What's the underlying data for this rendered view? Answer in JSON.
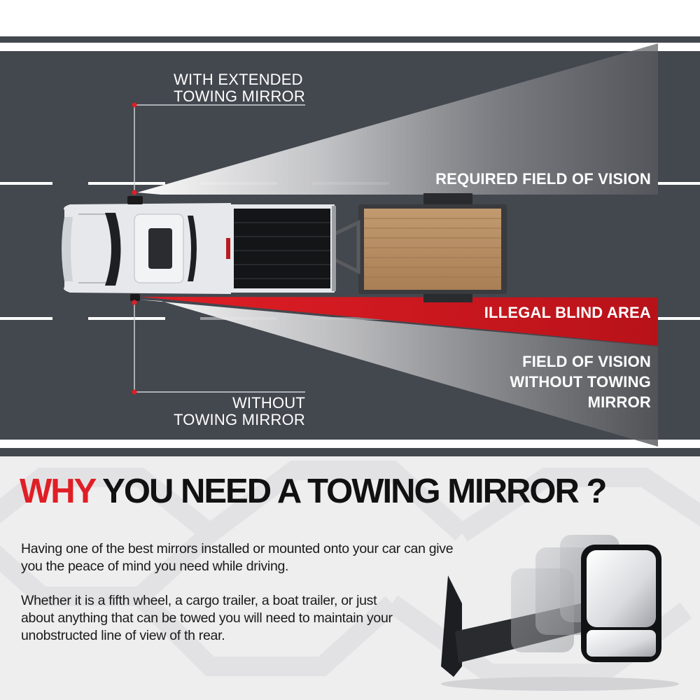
{
  "diagram": {
    "labels": {
      "with_mirror_line1": "WITH EXTENDED",
      "with_mirror_line2": "TOWING MIRROR",
      "required_field": "REQUIRED FIELD OF VISION",
      "blind_area": "ILLEGAL BLIND AREA",
      "field_without_line1": "FIELD OF VISION",
      "field_without_line2": "WITHOUT TOWING",
      "field_without_line3": "MIRROR",
      "without_mirror_line1": "WITHOUT",
      "without_mirror_line2": "TOWING MIRROR"
    },
    "colors": {
      "road": "#43474e",
      "lane_marking": "#ffffff",
      "blind_area": "#d01a22",
      "marker": "#e01e26",
      "truck_body": "#e6e8ec",
      "trailer_deck": "#b58c63"
    }
  },
  "headline": {
    "accent_word": "WHY",
    "rest": " YOU NEED A TOWING MIRROR ?",
    "accent_color": "#e01e26"
  },
  "body": {
    "paragraph1": "Having one of the best mirrors installed or mounted onto your car can give you the peace of mind you need while driving.",
    "paragraph2": "Whether it is a fifth wheel, a cargo trailer, a boat trailer, or just about anything that can be towed you will need to maintain your unobstructed line of view of th rear."
  },
  "product_image": {
    "icon": "towing-mirror-icon"
  }
}
